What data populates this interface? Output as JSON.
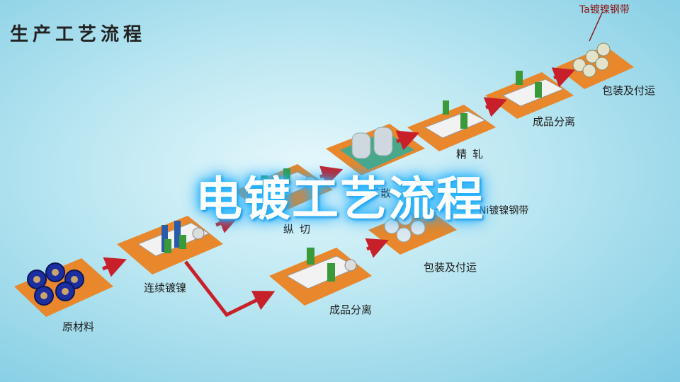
{
  "corner_title": "生产工艺流程",
  "main_title": "电镀工艺流程",
  "steps": {
    "raw_material": "原材料",
    "continuous_plating": "连续镀镍",
    "slitting": "纵切",
    "diffusion": "扩散",
    "finish_rolling": "精轧",
    "product_separation_top": "成品分离",
    "packaging_top": "包装及付运",
    "product_separation_bottom": "成品分离",
    "packaging_bottom": "包装及付运"
  },
  "callouts": {
    "top_product": "Ta镀镍钢带",
    "mid_product": "Ni镀镍钢带"
  },
  "colors": {
    "platform": "#e8872b",
    "arrow": "#c8202a",
    "machine_green": "#3a9a3a",
    "glow": "#27b6ff"
  }
}
